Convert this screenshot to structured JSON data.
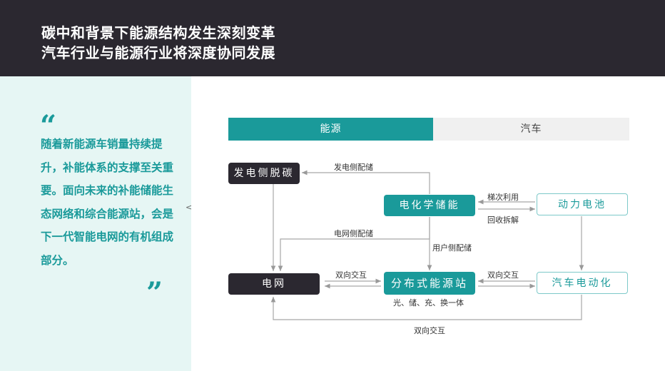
{
  "header": {
    "title_line1": "碳中和背景下能源结构发生深刻变革",
    "title_line2": "汽车行业与能源行业将深度协同发展"
  },
  "quote": {
    "open_mark": "“",
    "close_mark": "”",
    "text": "随着新能源车销量持续提升，补能体系的支撑至关重要。面向未来的补能储能生态网络和综合能源站，会是下一代智能电网的有机组成部分。"
  },
  "collapse_arrow": "<",
  "tabs": {
    "energy": "能源",
    "auto": "汽车"
  },
  "nodes": {
    "gen_side": "发电侧脱碳",
    "electrochem": "电化学储能",
    "power_battery": "动力电池",
    "grid": "电网",
    "distributed": "分布式能源站",
    "ev": "汽车电动化"
  },
  "edge_labels": {
    "gen_storage": "发电侧配储",
    "cascade": "梯次利用",
    "recycle": "回收拆解",
    "grid_storage": "电网侧配储",
    "user_storage": "用户侧配储",
    "bidir_left": "双向交互",
    "bidir_right": "双向交互",
    "bidir_bottom": "双向交互",
    "station_desc": "光、储、充、换一体"
  },
  "colors": {
    "header_bg": "#2b2830",
    "teal": "#1a9a9a",
    "left_panel_bg": "#e6f6f4",
    "node_dark": "#2b2830",
    "node_outline": "#7dc9c9",
    "tab_inactive": "#f0f0f0"
  }
}
